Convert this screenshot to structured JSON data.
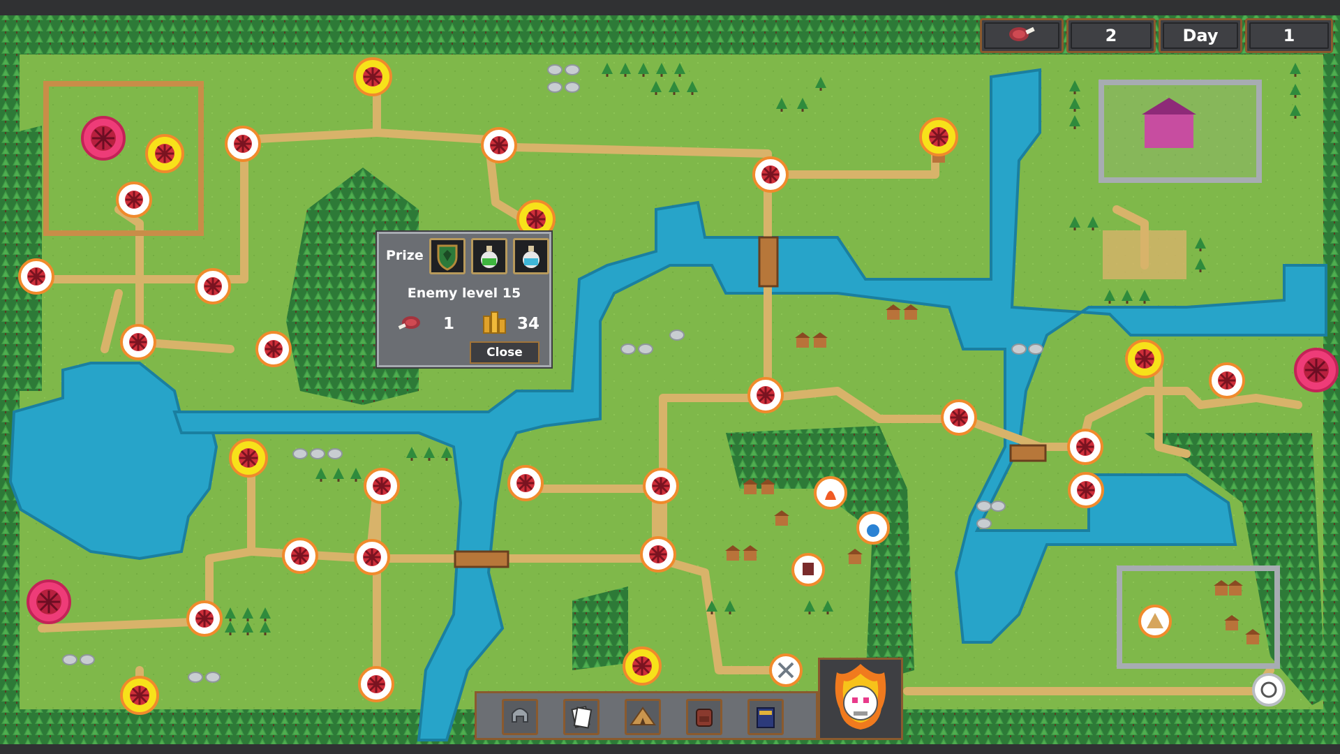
{
  "hud": {
    "food_icon": "meat-icon",
    "food_count": "2",
    "day_label": "Day",
    "day_number": "1"
  },
  "popup": {
    "prize_label": "Prize",
    "prize_items": [
      "green-shield-icon",
      "green-potion-icon",
      "blue-potion-icon"
    ],
    "enemy_text": "Enemy level 15",
    "food_cost": "1",
    "gold_reward": "34",
    "close_label": "Close"
  },
  "toolbar": {
    "buttons": [
      "helmet-icon",
      "cards-icon",
      "tent-icon",
      "backpack-icon",
      "spellbook-icon"
    ],
    "main_action": "flaming-skull-icon"
  },
  "colors": {
    "grass": "#7fb84a",
    "water": "#27a4c9",
    "path": "#d8b36a",
    "forest": "#2f7d3a",
    "hud_border": "#8a5a2e"
  }
}
